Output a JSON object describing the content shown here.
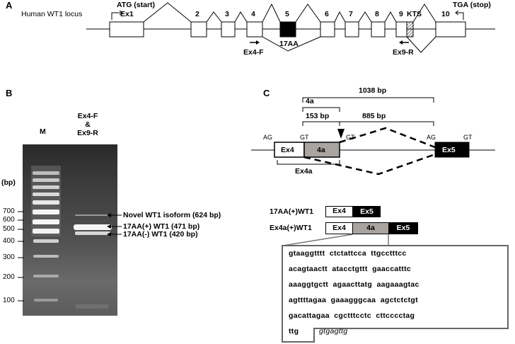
{
  "panel_a": {
    "label": "A",
    "locus_label": "Human WT1 locus",
    "start_codon": "ATG (start)",
    "stop_codon": "TGA (stop)",
    "exons": [
      "Ex1",
      "2",
      "3",
      "4",
      "5",
      "6",
      "7",
      "8",
      "9",
      "10"
    ],
    "kts": "KTS",
    "aa17": "17AA",
    "primer_f": "Ex4-F",
    "primer_r": "Ex9-R"
  },
  "panel_b": {
    "label": "B",
    "lane_marker": "M",
    "lane_sample": [
      "Ex4-F",
      "&",
      "Ex9-R"
    ],
    "unit": "(bp)",
    "ladder": [
      "700",
      "600",
      "500",
      "400",
      "300",
      "200",
      "100"
    ],
    "bands": [
      "Novel WT1 isoform  (624 bp)",
      "17AA(+) WT1 (471 bp)",
      "17AA(-) WT1  (420 bp)"
    ]
  },
  "panel_c": {
    "label": "C",
    "len_total": "1038 bp",
    "len_4a": "4a",
    "len_153": "153 bp",
    "len_885": "885 bp",
    "splice": [
      "AG",
      "GT",
      "GT",
      "AG",
      "GT"
    ],
    "exon4": "Ex4",
    "exon4a": "4a",
    "exon5": "Ex5",
    "ex4a_label": "Ex4a",
    "isoform1": "17AA(+)WT1",
    "isoform2": "Ex4a(+)WT1",
    "seq_lines": [
      "gtaaggtttt  ctctattcca  ttgcctttcc",
      "acagtaactt  atacctgttt  gaaccatttc",
      "aaaggtgctt  agaacttatg  aagaaagtac",
      "agttttagaa  gaaagggcaa  agctctctgt",
      "gacattagaa  cgctttcctc  cttcccctag"
    ],
    "seq_last": "ttg",
    "seq_intron": "gtgagttg"
  }
}
